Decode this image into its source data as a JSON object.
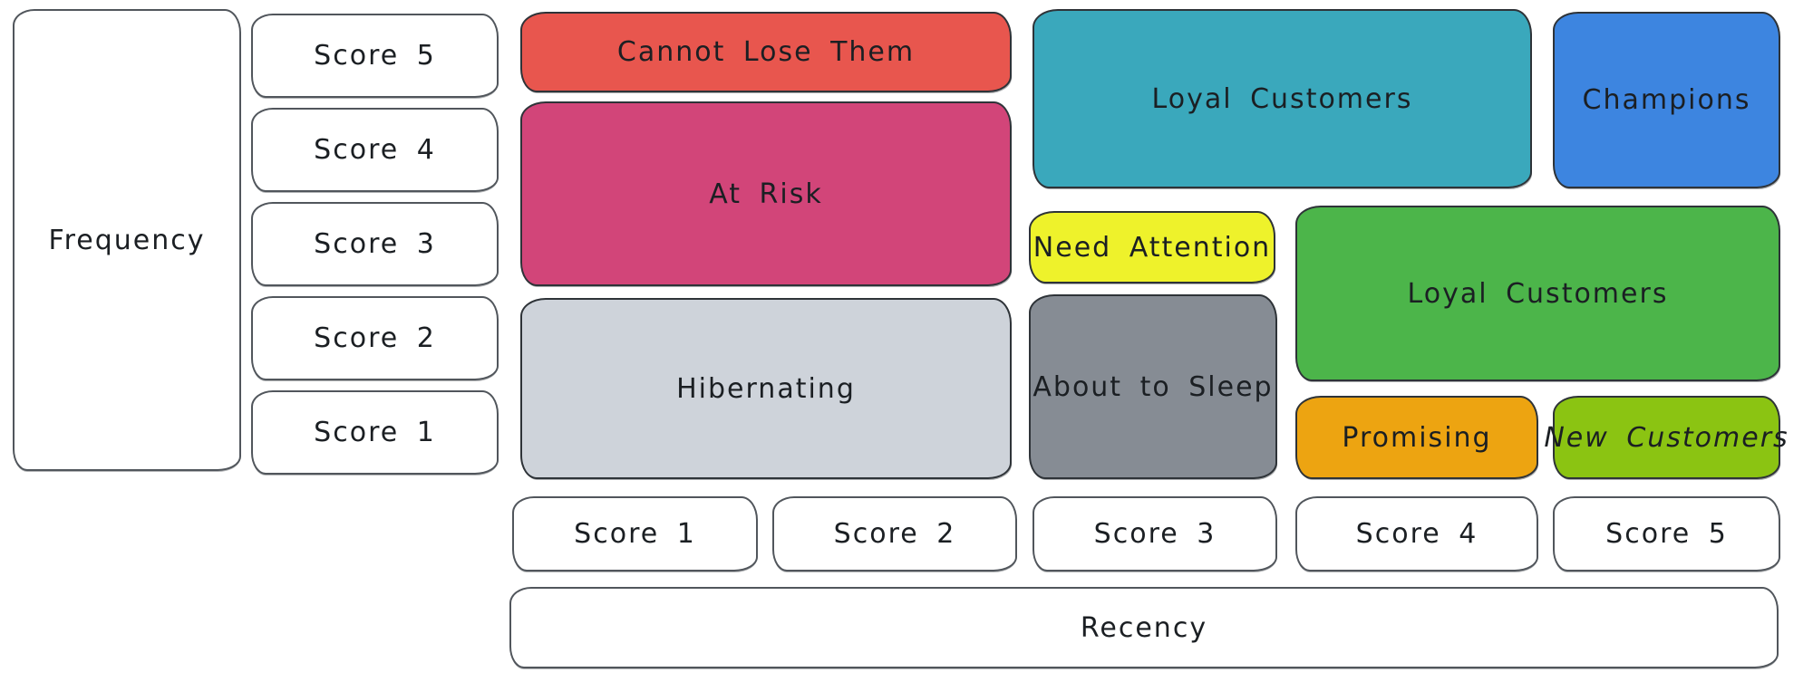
{
  "diagram": {
    "type": "rfm-segmentation-matrix",
    "background": "#ffffff"
  },
  "axes": {
    "frequency": {
      "label": "Frequency"
    },
    "recency": {
      "label": "Recency"
    },
    "frequency_scores": [
      "Score 5",
      "Score 4",
      "Score 3",
      "Score 2",
      "Score 1"
    ],
    "recency_scores": [
      "Score 1",
      "Score 2",
      "Score 3",
      "Score 4",
      "Score 5"
    ]
  },
  "segments": {
    "cannot_lose_them": {
      "label": "Cannot Lose Them",
      "color": "#e8564e",
      "recency": "1-2",
      "frequency": "5"
    },
    "at_risk": {
      "label": "At Risk",
      "color": "#d24579",
      "recency": "1-2",
      "frequency": "3-4"
    },
    "hibernating": {
      "label": "Hibernating",
      "color": "#ced3da",
      "recency": "1-2",
      "frequency": "1-2"
    },
    "loyal_customers_top": {
      "label": "Loyal Customers",
      "color": "#3aa8bc",
      "recency": "3-4",
      "frequency": "4-5"
    },
    "champions": {
      "label": "Champions",
      "color": "#3d85e0",
      "recency": "5",
      "frequency": "4-5"
    },
    "need_attention": {
      "label": "Need Attention",
      "color": "#eef22b",
      "recency": "3",
      "frequency": "3"
    },
    "loyal_customers_right": {
      "label": "Loyal Customers",
      "color": "#4cb54a",
      "recency": "4-5",
      "frequency": "2-3"
    },
    "about_to_sleep": {
      "label": "About to Sleep",
      "color": "#868c94",
      "recency": "3",
      "frequency": "1-2"
    },
    "promising": {
      "label": "Promising",
      "color": "#eda411",
      "recency": "4",
      "frequency": "1"
    },
    "new_customers": {
      "label": "New Customers",
      "color": "#8bc412",
      "recency": "5",
      "frequency": "1"
    }
  }
}
